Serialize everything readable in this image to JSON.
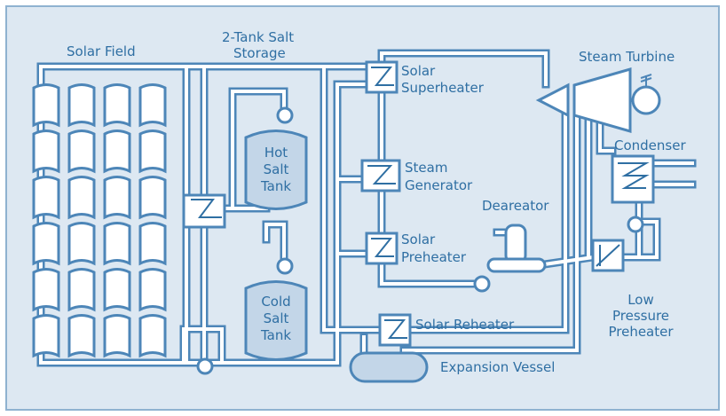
{
  "colors": {
    "background": "#dde8f2",
    "frame": "#8fb2d0",
    "pipe": "#4d86b8",
    "pipe_fill": "#ffffff",
    "tank_fill": "#c3d6e8",
    "text": "#2f6fa3"
  },
  "labels": {
    "solar_field": "Solar Field",
    "storage_line1": "2-Tank Salt",
    "storage_line2": "Storage",
    "hot_tank_line1": "Hot",
    "hot_tank_line2": "Salt",
    "hot_tank_line3": "Tank",
    "cold_tank_line1": "Cold",
    "cold_tank_line2": "Salt",
    "cold_tank_line3": "Tank",
    "superheater_line1": "Solar",
    "superheater_line2": "Superheater",
    "generator_line1": "Steam",
    "generator_line2": "Generator",
    "preheater_line1": "Solar",
    "preheater_line2": "Preheater",
    "reheater": "Solar Reheater",
    "expansion_vessel": "Expansion Vessel",
    "steam_turbine": "Steam Turbine",
    "condenser": "Condenser",
    "deareator": "Deareator",
    "lp_line1": "Low",
    "lp_line2": "Pressure",
    "lp_line3": "Preheater"
  },
  "icons": {
    "heat_exchanger": "heat-exchanger-icon",
    "pump": "pump-icon",
    "generator": "generator-icon"
  }
}
